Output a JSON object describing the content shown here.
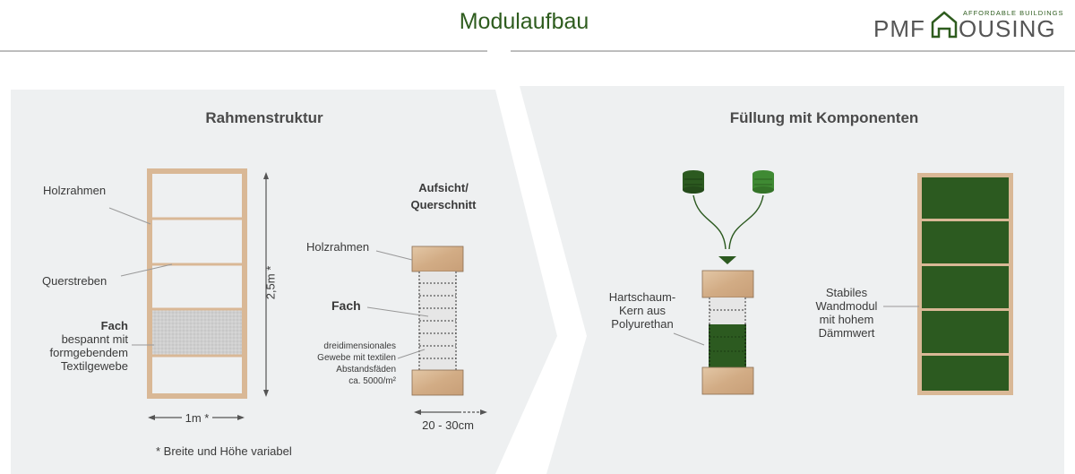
{
  "header": {
    "title": "Modulaufbau",
    "logo": {
      "brand_left": "PMF",
      "brand_right": "OUSING",
      "tagline": "AFFORDABLE BUILDINGS",
      "accent_color": "#2e5c1e"
    }
  },
  "left_panel": {
    "title": "Rahmenstruktur",
    "labels": {
      "holzrahmen": "Holzrahmen",
      "querstreben": "Querstreben",
      "fach_title": "Fach",
      "fach_line1": "bespannt mit",
      "fach_line2": "formgebendem",
      "fach_line3": "Textilgewebe",
      "height_dim": "2,5m *",
      "width_dim": "1m *",
      "footnote": "*  Breite und Höhe variabel"
    },
    "cross_section": {
      "title_line1": "Aufsicht/",
      "title_line2": "Querschnitt",
      "holzrahmen": "Holzrahmen",
      "fach": "Fach",
      "fabric_line1": "dreidimensionales",
      "fabric_line2": "Gewebe mit textilen",
      "fabric_line3": "Abstandsfäden",
      "fabric_line4": "ca. 5000/m²",
      "width_dim": "20 - 30cm"
    }
  },
  "right_panel": {
    "title": "Füllung mit Komponenten",
    "core_line1": "Hartschaum-",
    "core_line2": "Kern aus",
    "core_line3": "Polyurethan",
    "module_line1": "Stabiles",
    "module_line2": "Wandmodul",
    "module_line3": "mit hohem",
    "module_line4": "Dämmwert"
  },
  "colors": {
    "panel_bg": "#eef0f1",
    "wood": "#d9b896",
    "dark_green": "#2c5a20",
    "light_green": "#3f8a33",
    "fabric": "#c9c9c9"
  }
}
